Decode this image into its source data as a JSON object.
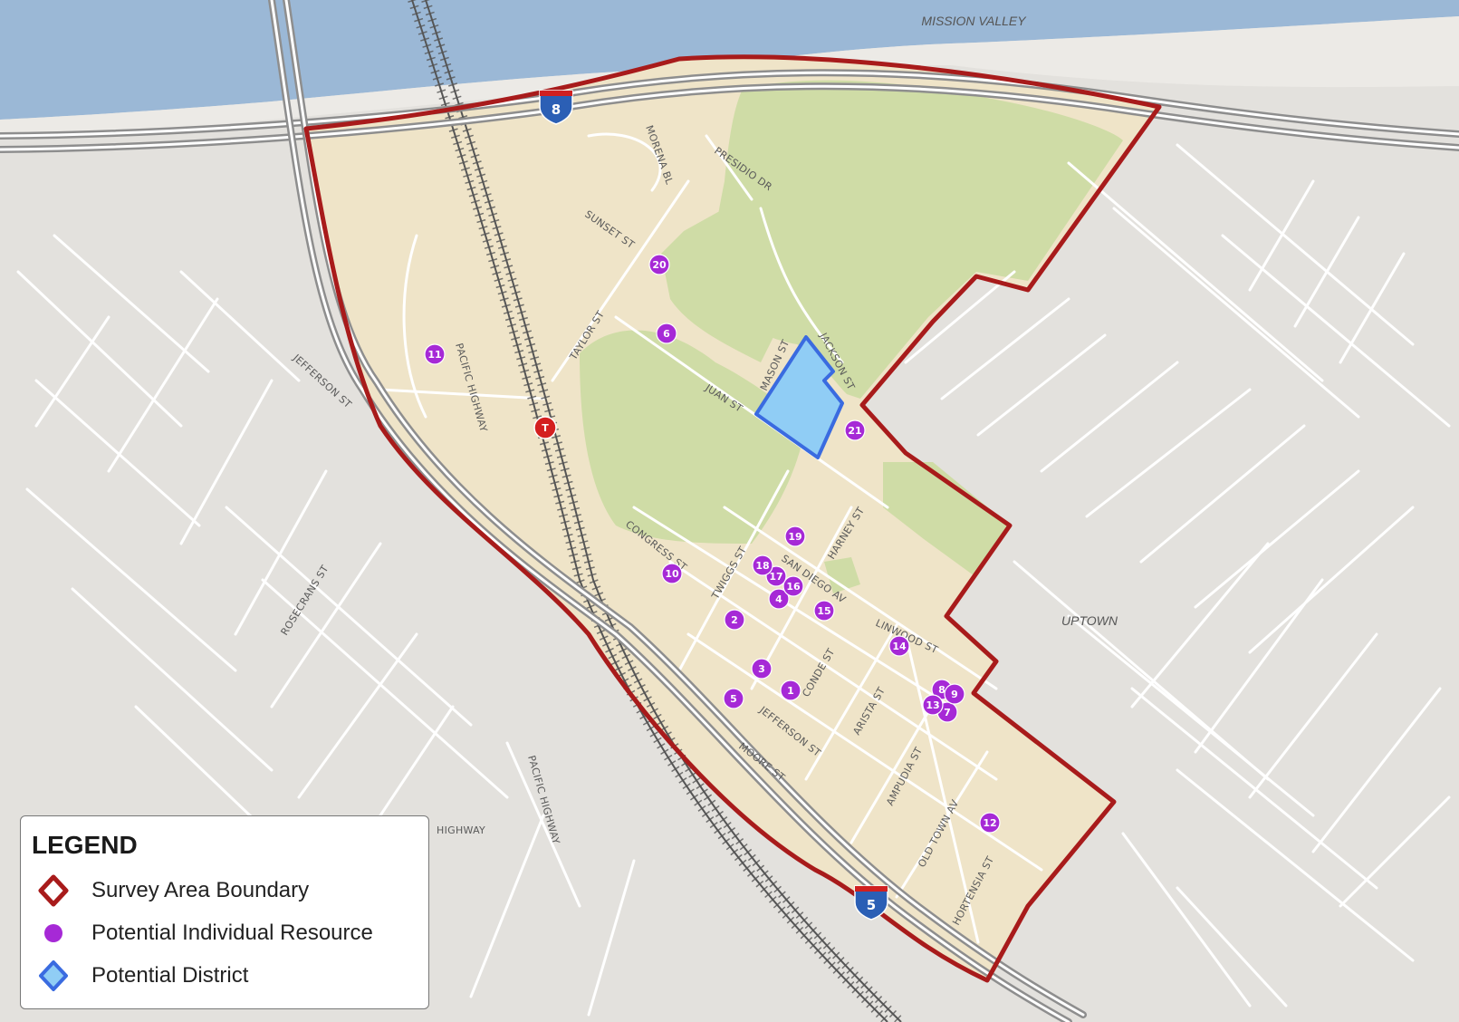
{
  "areas": [
    {
      "id": "mission-valley",
      "label": "MISSION VALLEY"
    },
    {
      "id": "uptown",
      "label": "UPTOWN"
    }
  ],
  "streets": [
    {
      "id": "morena-bl",
      "label": "MORENA BL"
    },
    {
      "id": "presidio-dr",
      "label": "PRESIDIO DR"
    },
    {
      "id": "sunset-st",
      "label": "SUNSET ST"
    },
    {
      "id": "taylor-st",
      "label": "TAYLOR ST"
    },
    {
      "id": "pacific-highway-1",
      "label": "PACIFIC HIGHWAY"
    },
    {
      "id": "jefferson-st-1",
      "label": "JEFFERSON ST"
    },
    {
      "id": "mason-st",
      "label": "MASON ST"
    },
    {
      "id": "jackson-st",
      "label": "JACKSON ST"
    },
    {
      "id": "juan-st",
      "label": "JUAN ST"
    },
    {
      "id": "harney-st",
      "label": "HARNEY ST"
    },
    {
      "id": "congress-st",
      "label": "CONGRESS ST"
    },
    {
      "id": "twiggs-st",
      "label": "TWIGGS ST"
    },
    {
      "id": "san-diego-av",
      "label": "SAN DIEGO AV"
    },
    {
      "id": "rosecrans-st",
      "label": "ROSECRANS ST"
    },
    {
      "id": "linwood-st",
      "label": "LINWOOD ST"
    },
    {
      "id": "conde-st",
      "label": "CONDE ST"
    },
    {
      "id": "arista-st",
      "label": "ARISTA ST"
    },
    {
      "id": "jefferson-st-2",
      "label": "JEFFERSON ST"
    },
    {
      "id": "moore-st",
      "label": "MOORE ST"
    },
    {
      "id": "pacific-highway-2",
      "label": "PACIFIC HIGHWAY"
    },
    {
      "id": "highway",
      "label": "HIGHWAY"
    },
    {
      "id": "ampudia-st",
      "label": "AMPUDIA ST"
    },
    {
      "id": "old-town-av",
      "label": "OLD TOWN AV"
    },
    {
      "id": "hortensia-st",
      "label": "HORTENSIA ST"
    }
  ],
  "shields": [
    {
      "id": "i-8",
      "label": "8"
    },
    {
      "id": "i-5",
      "label": "5"
    }
  ],
  "transit_symbol": {
    "label": "T"
  },
  "resources": [
    {
      "label": "1"
    },
    {
      "label": "2"
    },
    {
      "label": "3"
    },
    {
      "label": "4"
    },
    {
      "label": "5"
    },
    {
      "label": "6"
    },
    {
      "label": "7"
    },
    {
      "label": "8"
    },
    {
      "label": "9"
    },
    {
      "label": "10"
    },
    {
      "label": "11"
    },
    {
      "label": "12"
    },
    {
      "label": "13"
    },
    {
      "label": "14"
    },
    {
      "label": "15"
    },
    {
      "label": "16"
    },
    {
      "label": "17"
    },
    {
      "label": "18"
    },
    {
      "label": "19"
    },
    {
      "label": "20"
    },
    {
      "label": "21"
    }
  ],
  "legend": {
    "title": "LEGEND",
    "items": [
      {
        "label": "Survey Area Boundary"
      },
      {
        "label": "Potential Individual Resource"
      },
      {
        "label": "Potential District"
      }
    ]
  },
  "colors": {
    "land": "#e3e1dd",
    "water": "#9bb8d6",
    "survey_fill": "#efe4c8",
    "park": "#cfdca6",
    "boundary": "#a81b1b",
    "resource": "#a629d6",
    "district_fill": "#90cdf5",
    "district_stroke": "#3a6be0",
    "freeway": "#8e8e8e",
    "street": "#ffffff"
  }
}
